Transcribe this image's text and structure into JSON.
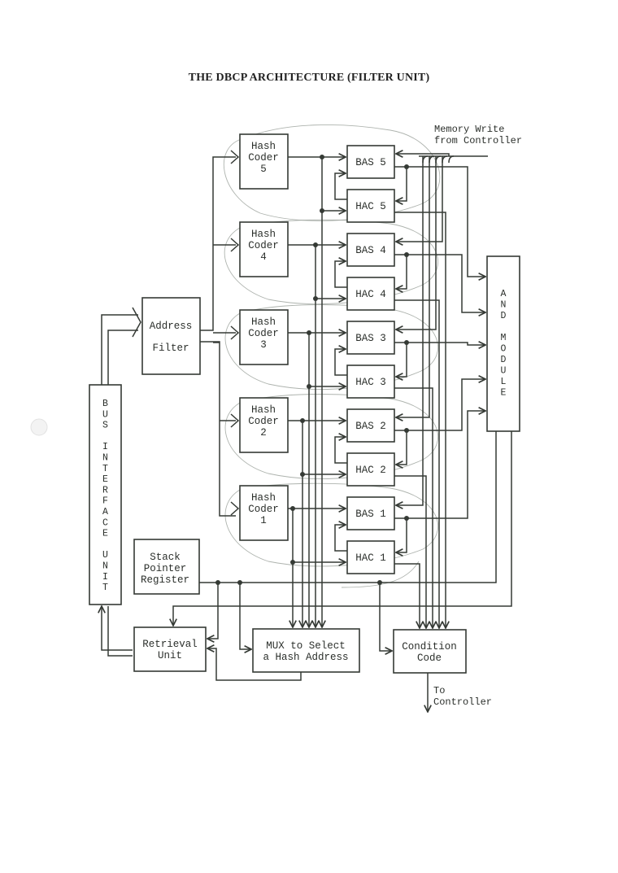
{
  "title": "THE DBCP ARCHITECTURE (FILTER UNIT)",
  "blocks": {
    "bus_interface": {
      "lines": [
        "B",
        "U",
        "S",
        "",
        "I",
        "N",
        "T",
        "E",
        "R",
        "F",
        "A",
        "C",
        "E",
        "",
        "U",
        "N",
        "I",
        "T"
      ]
    },
    "address_filter": {
      "lines": [
        "Address",
        "Filter"
      ]
    },
    "hash_coders": [
      {
        "id": 5,
        "lines": [
          "Hash",
          "Coder",
          "5"
        ]
      },
      {
        "id": 4,
        "lines": [
          "Hash",
          "Coder",
          "4"
        ]
      },
      {
        "id": 3,
        "lines": [
          "Hash",
          "Coder",
          "3"
        ]
      },
      {
        "id": 2,
        "lines": [
          "Hash",
          "Coder",
          "2"
        ]
      },
      {
        "id": 1,
        "lines": [
          "Hash",
          "Coder",
          "1"
        ]
      }
    ],
    "bas": [
      {
        "id": 5,
        "label": "BAS 5"
      },
      {
        "id": 4,
        "label": "BAS 4"
      },
      {
        "id": 3,
        "label": "BAS 3"
      },
      {
        "id": 2,
        "label": "BAS 2"
      },
      {
        "id": 1,
        "label": "BAS 1"
      }
    ],
    "hac": [
      {
        "id": 5,
        "label": "HAC 5"
      },
      {
        "id": 4,
        "label": "HAC 4"
      },
      {
        "id": 3,
        "label": "HAC 3"
      },
      {
        "id": 2,
        "label": "HAC 2"
      },
      {
        "id": 1,
        "label": "HAC 1"
      }
    ],
    "and_module": {
      "lines": [
        "A",
        "N",
        "D",
        "",
        "M",
        "O",
        "D",
        "U",
        "L",
        "E"
      ]
    },
    "stack_pointer": {
      "lines": [
        "Stack",
        "Pointer",
        "Register"
      ]
    },
    "retrieval_unit": {
      "lines": [
        "Retrieval",
        "Unit"
      ]
    },
    "mux": {
      "lines": [
        "MUX to Select",
        "a Hash Address"
      ]
    },
    "condition_code": {
      "lines": [
        "Condition",
        "Code"
      ]
    }
  },
  "annotations": {
    "memory_write": [
      "Memory Write",
      "from Controller"
    ],
    "to_controller": [
      "To",
      "Controller"
    ]
  },
  "connections": [
    {
      "from": "Bus Interface Unit",
      "to": "Address Filter",
      "type": "bus"
    },
    {
      "from": "Address Filter",
      "to": "Hash Coder 1-5",
      "type": "bus"
    },
    {
      "from": "Hash Coder n",
      "to": "BAS n"
    },
    {
      "from": "Hash Coder n",
      "to": "HAC n"
    },
    {
      "from": "Hash Coder n",
      "to": "MUX to Select a Hash Address"
    },
    {
      "from": "HAC n",
      "to": "BAS n"
    },
    {
      "from": "BAS n",
      "to": "HAC n"
    },
    {
      "from": "BAS n",
      "to": "AND Module"
    },
    {
      "from": "HAC n",
      "to": "Condition Code"
    },
    {
      "from": "Memory Write from Controller",
      "to": "BAS 1-5"
    },
    {
      "from": "Stack Pointer Register",
      "to": "Retrieval Unit"
    },
    {
      "from": "Stack Pointer Register",
      "to": "MUX to Select a Hash Address"
    },
    {
      "from": "Stack Pointer Register",
      "to": "Condition Code"
    },
    {
      "from": "Stack Pointer Register",
      "to": "AND Module"
    },
    {
      "from": "AND Module",
      "to": "Retrieval Unit"
    },
    {
      "from": "MUX to Select a Hash Address",
      "to": "Retrieval Unit"
    },
    {
      "from": "Retrieval Unit",
      "to": "Bus Interface Unit",
      "type": "bus"
    },
    {
      "from": "Condition Code",
      "to": "Controller"
    }
  ]
}
